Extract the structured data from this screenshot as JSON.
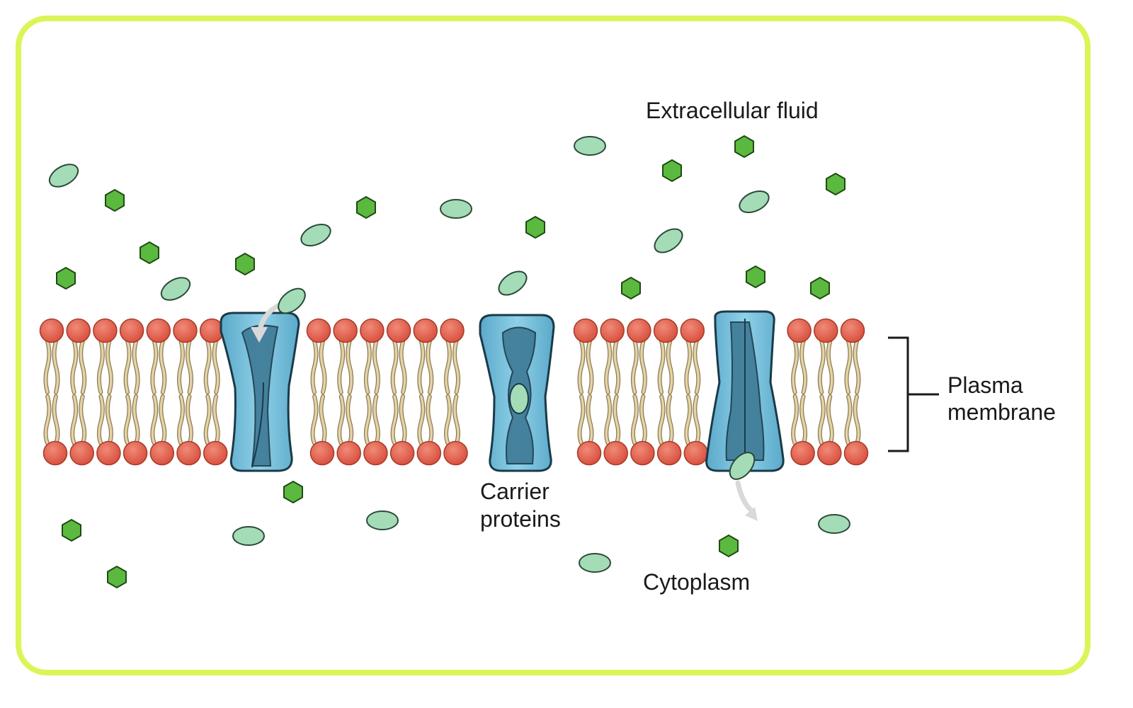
{
  "diagram": {
    "labels": {
      "extracellular": "Extracellular fluid",
      "plasma_line1": "Plasma",
      "plasma_line2": "membrane",
      "carrier_line1": "Carrier",
      "carrier_line2": "proteins",
      "cytoplasm": "Cytoplasm"
    },
    "colors": {
      "frame": "#dcf457",
      "phospholipid_head": "#e2604f",
      "lipid_tail": "#e5d3a7",
      "protein": "#69b9d8",
      "protein_dark": "#3e7a96",
      "solute_oval": "#a4dcb8",
      "solute_hexagon": "#5bb93f",
      "arrow": "#d9d9d9"
    },
    "structures": [
      "phospholipid-bilayer",
      "carrier-protein-open-outside",
      "carrier-protein-with-solute",
      "carrier-protein-open-inside"
    ]
  }
}
